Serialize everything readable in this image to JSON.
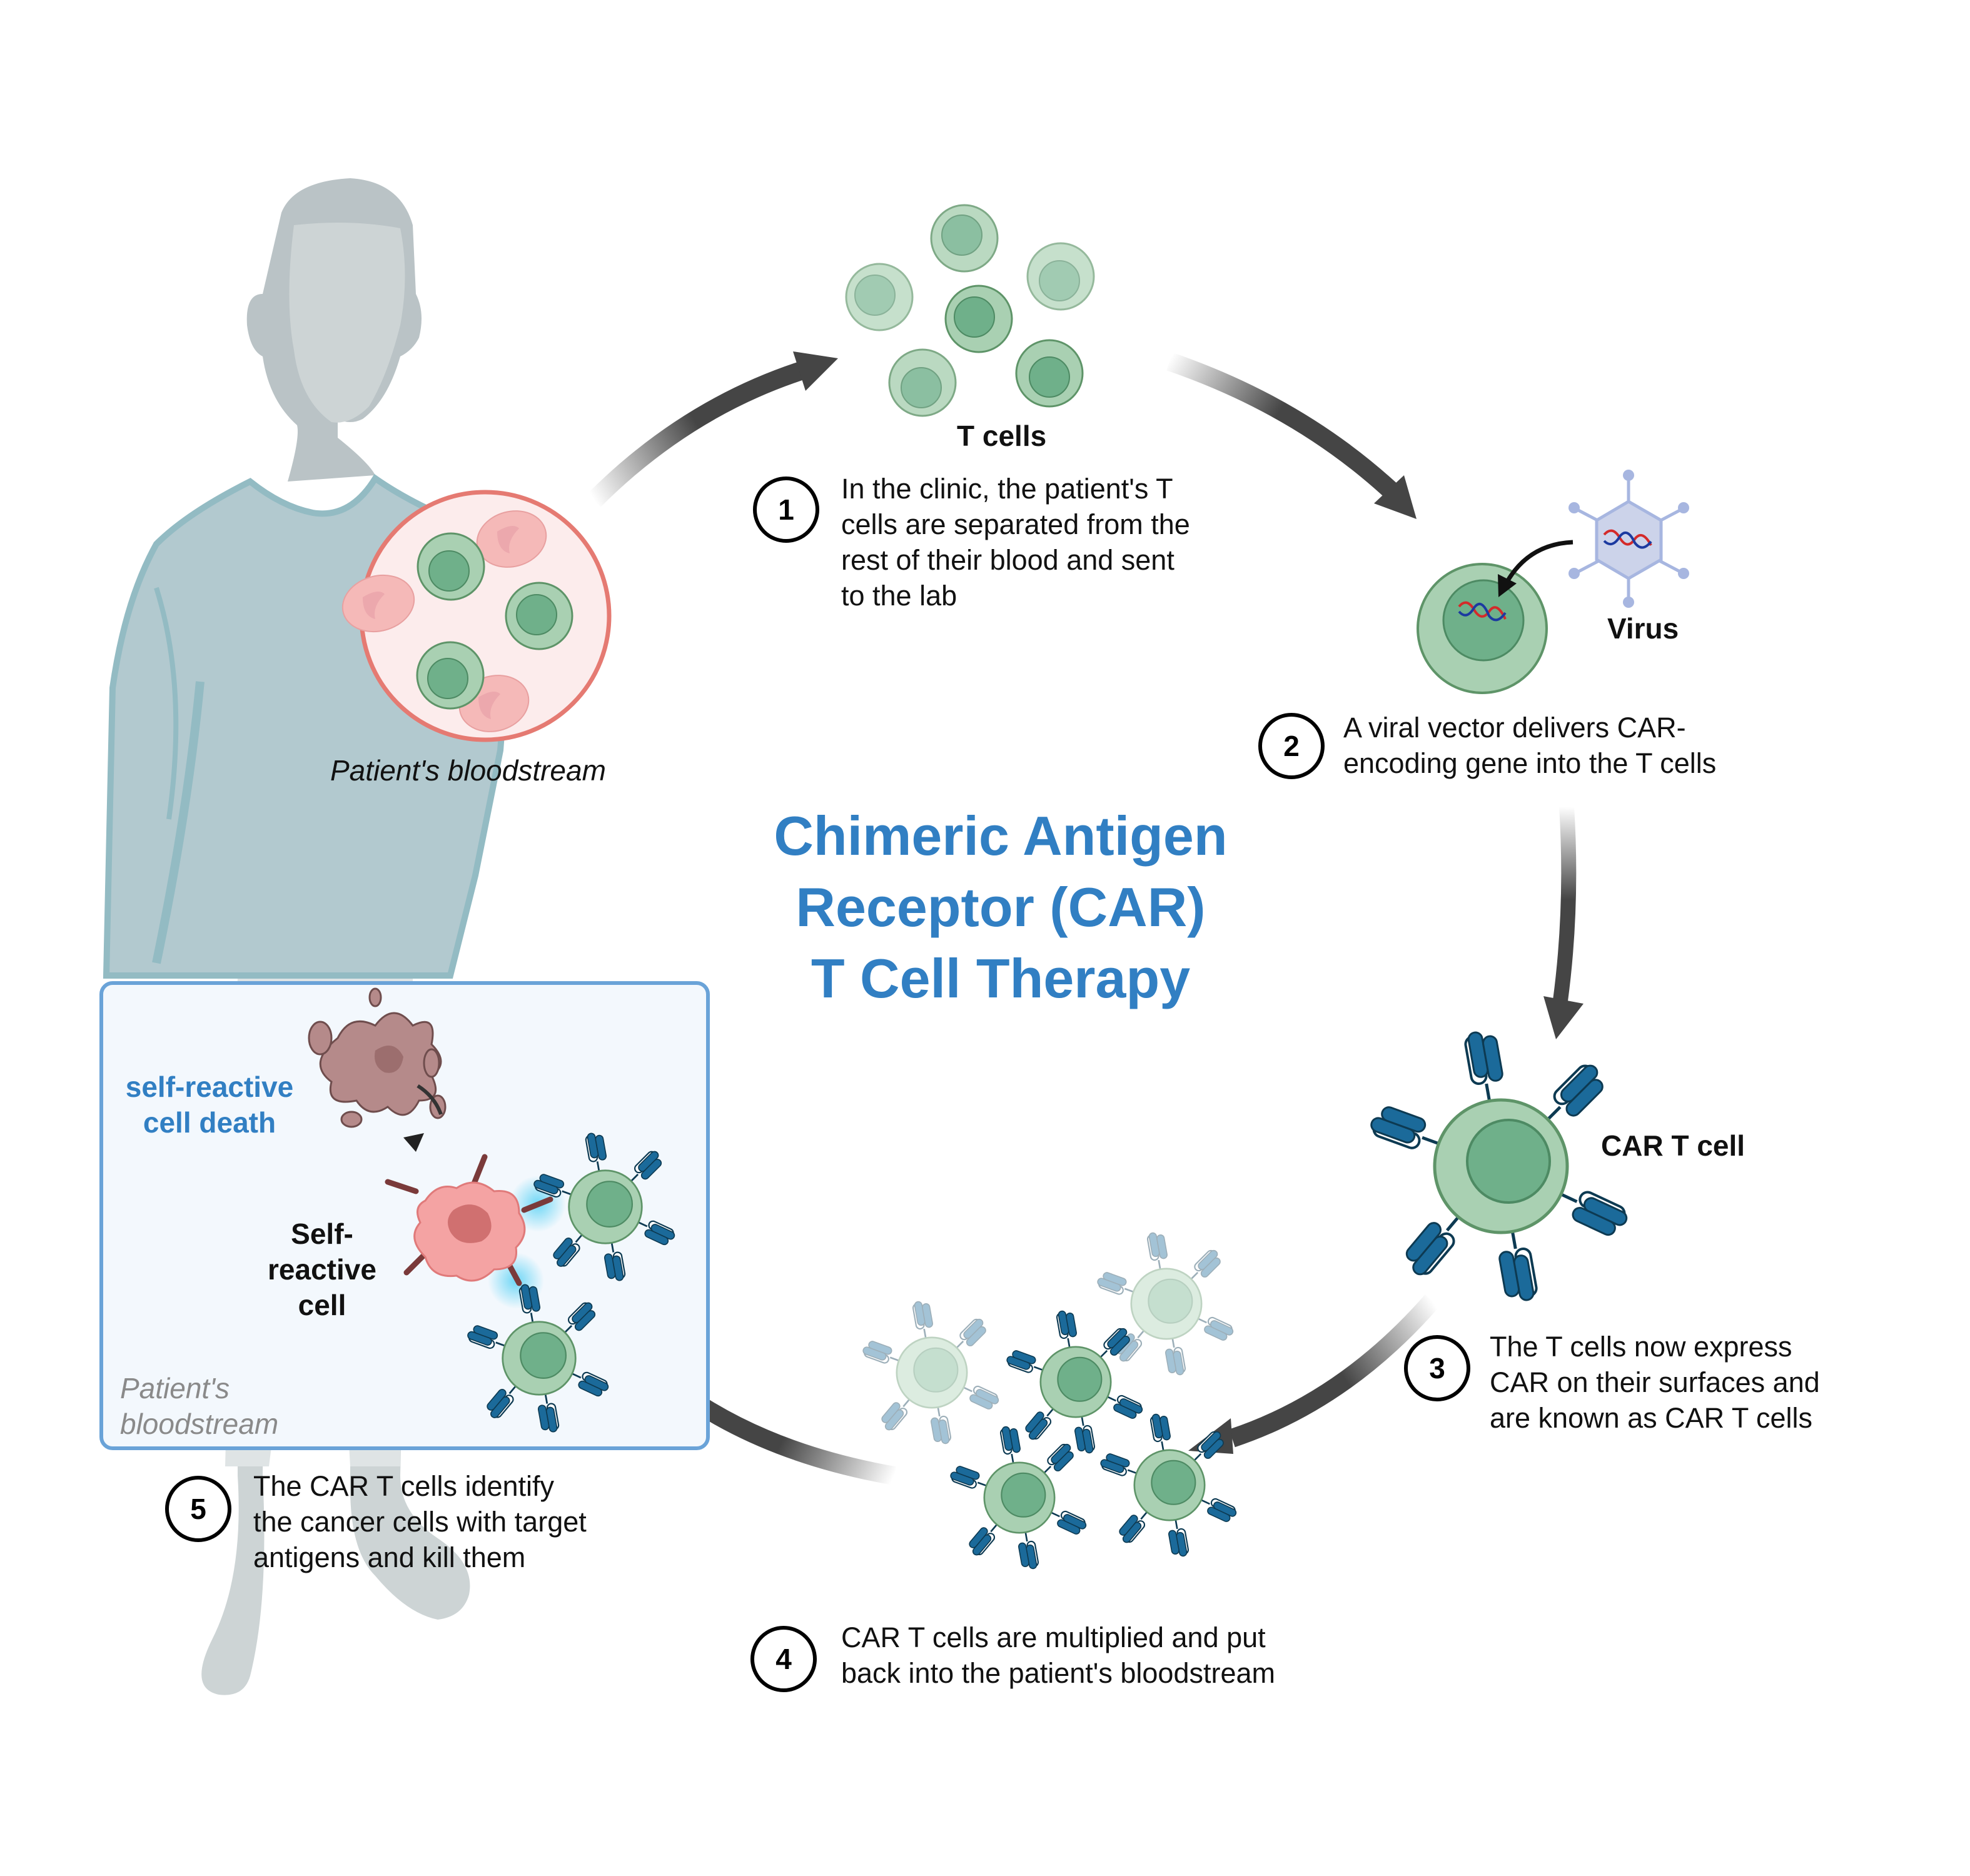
{
  "title": {
    "lines": [
      "Chimeric Antigen",
      "Receptor (CAR)",
      "T Cell Therapy"
    ],
    "color": "#317fc3"
  },
  "labels": {
    "t_cells": "T cells",
    "virus": "Virus",
    "car_t_cell": "CAR T cell",
    "patients_bloodstream_top": "Patient's bloodstream",
    "self_reactive_cell_death": [
      "self-reactive",
      "cell death"
    ],
    "self_reactive_cell": [
      "Self-",
      "reactive",
      "cell"
    ],
    "patients_bloodstream_inset": [
      "Patient's",
      "bloodstream"
    ]
  },
  "steps": [
    {
      "number": "1",
      "lines": [
        "In the clinic, the patient's T",
        "cells are separated from the",
        "rest of their blood and sent",
        "to the lab"
      ]
    },
    {
      "number": "2",
      "lines": [
        "A viral vector delivers CAR-",
        "encoding gene into the T cells"
      ]
    },
    {
      "number": "3",
      "lines": [
        "The T cells now express",
        "CAR on their surfaces and",
        "are known as CAR T cells"
      ]
    },
    {
      "number": "4",
      "lines": [
        "CAR T cells are multiplied and put",
        "back into the patient's bloodstream"
      ]
    },
    {
      "number": "5",
      "lines": [
        "The CAR T cells identify",
        "the cancer cells with target",
        "antigens and kill them"
      ]
    }
  ],
  "colors": {
    "t_cell_fill": "#a9d0b2",
    "t_cell_nucleus": "#6fb08a",
    "car_receptor": "#1b6a9a",
    "red_blood_cell": "#f5b9b8",
    "bloodstream_border": "#e57a72",
    "inset_border": "#6aa3d8",
    "inset_fill": "#f3f8fd",
    "self_reactive_cell": "#f4a3a3",
    "dead_cell": "#b58a8a",
    "arrow": "#454545",
    "gown": "#b2c9cf",
    "skin": "#cdd4d5",
    "virus": "#a7b6e0"
  }
}
